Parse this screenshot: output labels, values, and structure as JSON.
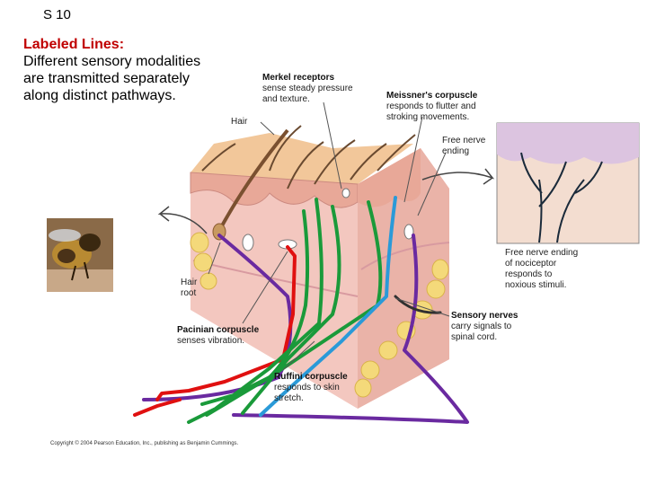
{
  "slide": {
    "number": "S 10"
  },
  "intro": {
    "heading": "Labeled Lines:",
    "body": "Different sensory modalities are transmitted separately along distinct pathways."
  },
  "labels": {
    "merkel_title": "Merkel receptors",
    "merkel_desc_1": "sense steady pressure",
    "merkel_desc_2": "and texture.",
    "meissner_title": "Meissner's corpuscle",
    "meissner_desc_1": "responds to flutter and",
    "meissner_desc_2": "stroking movements.",
    "hair": "Hair",
    "free_nerve_1": "Free nerve",
    "free_nerve_2": "ending",
    "hair_root_1": "Hair",
    "hair_root_2": "root",
    "free_nerve_nociceptor_1": "Free nerve ending",
    "free_nerve_nociceptor_2": "of nociceptor",
    "free_nerve_nociceptor_3": "responds to",
    "free_nerve_nociceptor_4": "noxious stimuli.",
    "sensory_nerves_title": "Sensory nerves",
    "sensory_nerves_desc_1": "carry signals to",
    "sensory_nerves_desc_2": "spinal cord.",
    "pacinian_title": "Pacinian corpuscle",
    "pacinian_desc": "senses vibration.",
    "ruffini_title": "Ruffini corpuscle",
    "ruffini_desc_1": "responds to skin",
    "ruffini_desc_2": "stretch."
  },
  "copyright": "Copyright © 2004 Pearson Education, Inc., publishing as Benjamin Cummings.",
  "colors": {
    "heading": "#c00000",
    "skin_surface": "#f2c79a",
    "dermis": "#f3c7bf",
    "fat": "#f4d97a",
    "pathway_purple": "#6a2aa0",
    "pathway_red": "#e01010",
    "pathway_green": "#1a9a3a",
    "pathway_blue": "#2a9ad8",
    "pathway_black": "#303030"
  }
}
